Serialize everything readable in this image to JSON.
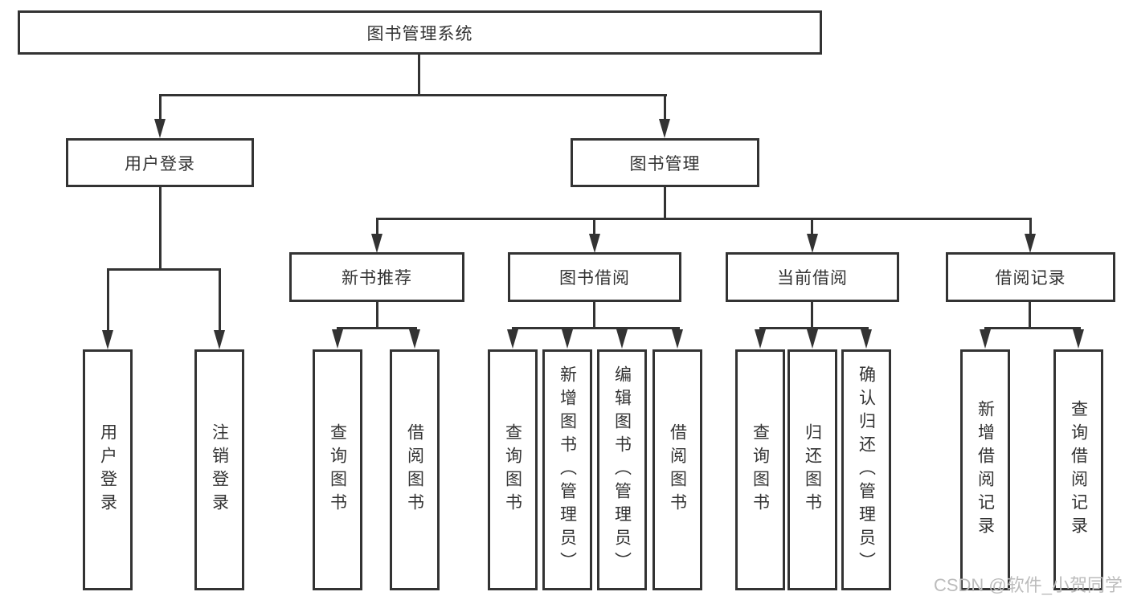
{
  "diagram": {
    "root": {
      "label": "图书管理系统"
    },
    "branches": {
      "user_login": {
        "label": "用户登录",
        "children": [
          {
            "label": "用户登录"
          },
          {
            "label": "注销登录"
          }
        ]
      },
      "book_mgmt": {
        "label": "图书管理"
      },
      "new_book_rec": {
        "label": "新书推荐",
        "children": [
          {
            "label": "查询图书"
          },
          {
            "label": "借阅图书"
          }
        ]
      },
      "book_borrow": {
        "label": "图书借阅",
        "children": [
          {
            "label": "查询图书"
          },
          {
            "label": "新增图书（管理员）"
          },
          {
            "label": "编辑图书（管理员）"
          },
          {
            "label": "借阅图书"
          }
        ]
      },
      "current_borrow": {
        "label": "当前借阅",
        "children": [
          {
            "label": "查询图书"
          },
          {
            "label": "归还图书"
          },
          {
            "label": "确认归还（管理员）"
          }
        ]
      },
      "borrow_record": {
        "label": "借阅记录",
        "children": [
          {
            "label": "新增借阅记录"
          },
          {
            "label": "查询借阅记录"
          }
        ]
      }
    },
    "watermark": "CSDN @软件_小贺同学",
    "colors": {
      "line": "#333333",
      "box_background": "#ffffff",
      "text": "#333333",
      "watermark": "#bcbcbc"
    }
  }
}
